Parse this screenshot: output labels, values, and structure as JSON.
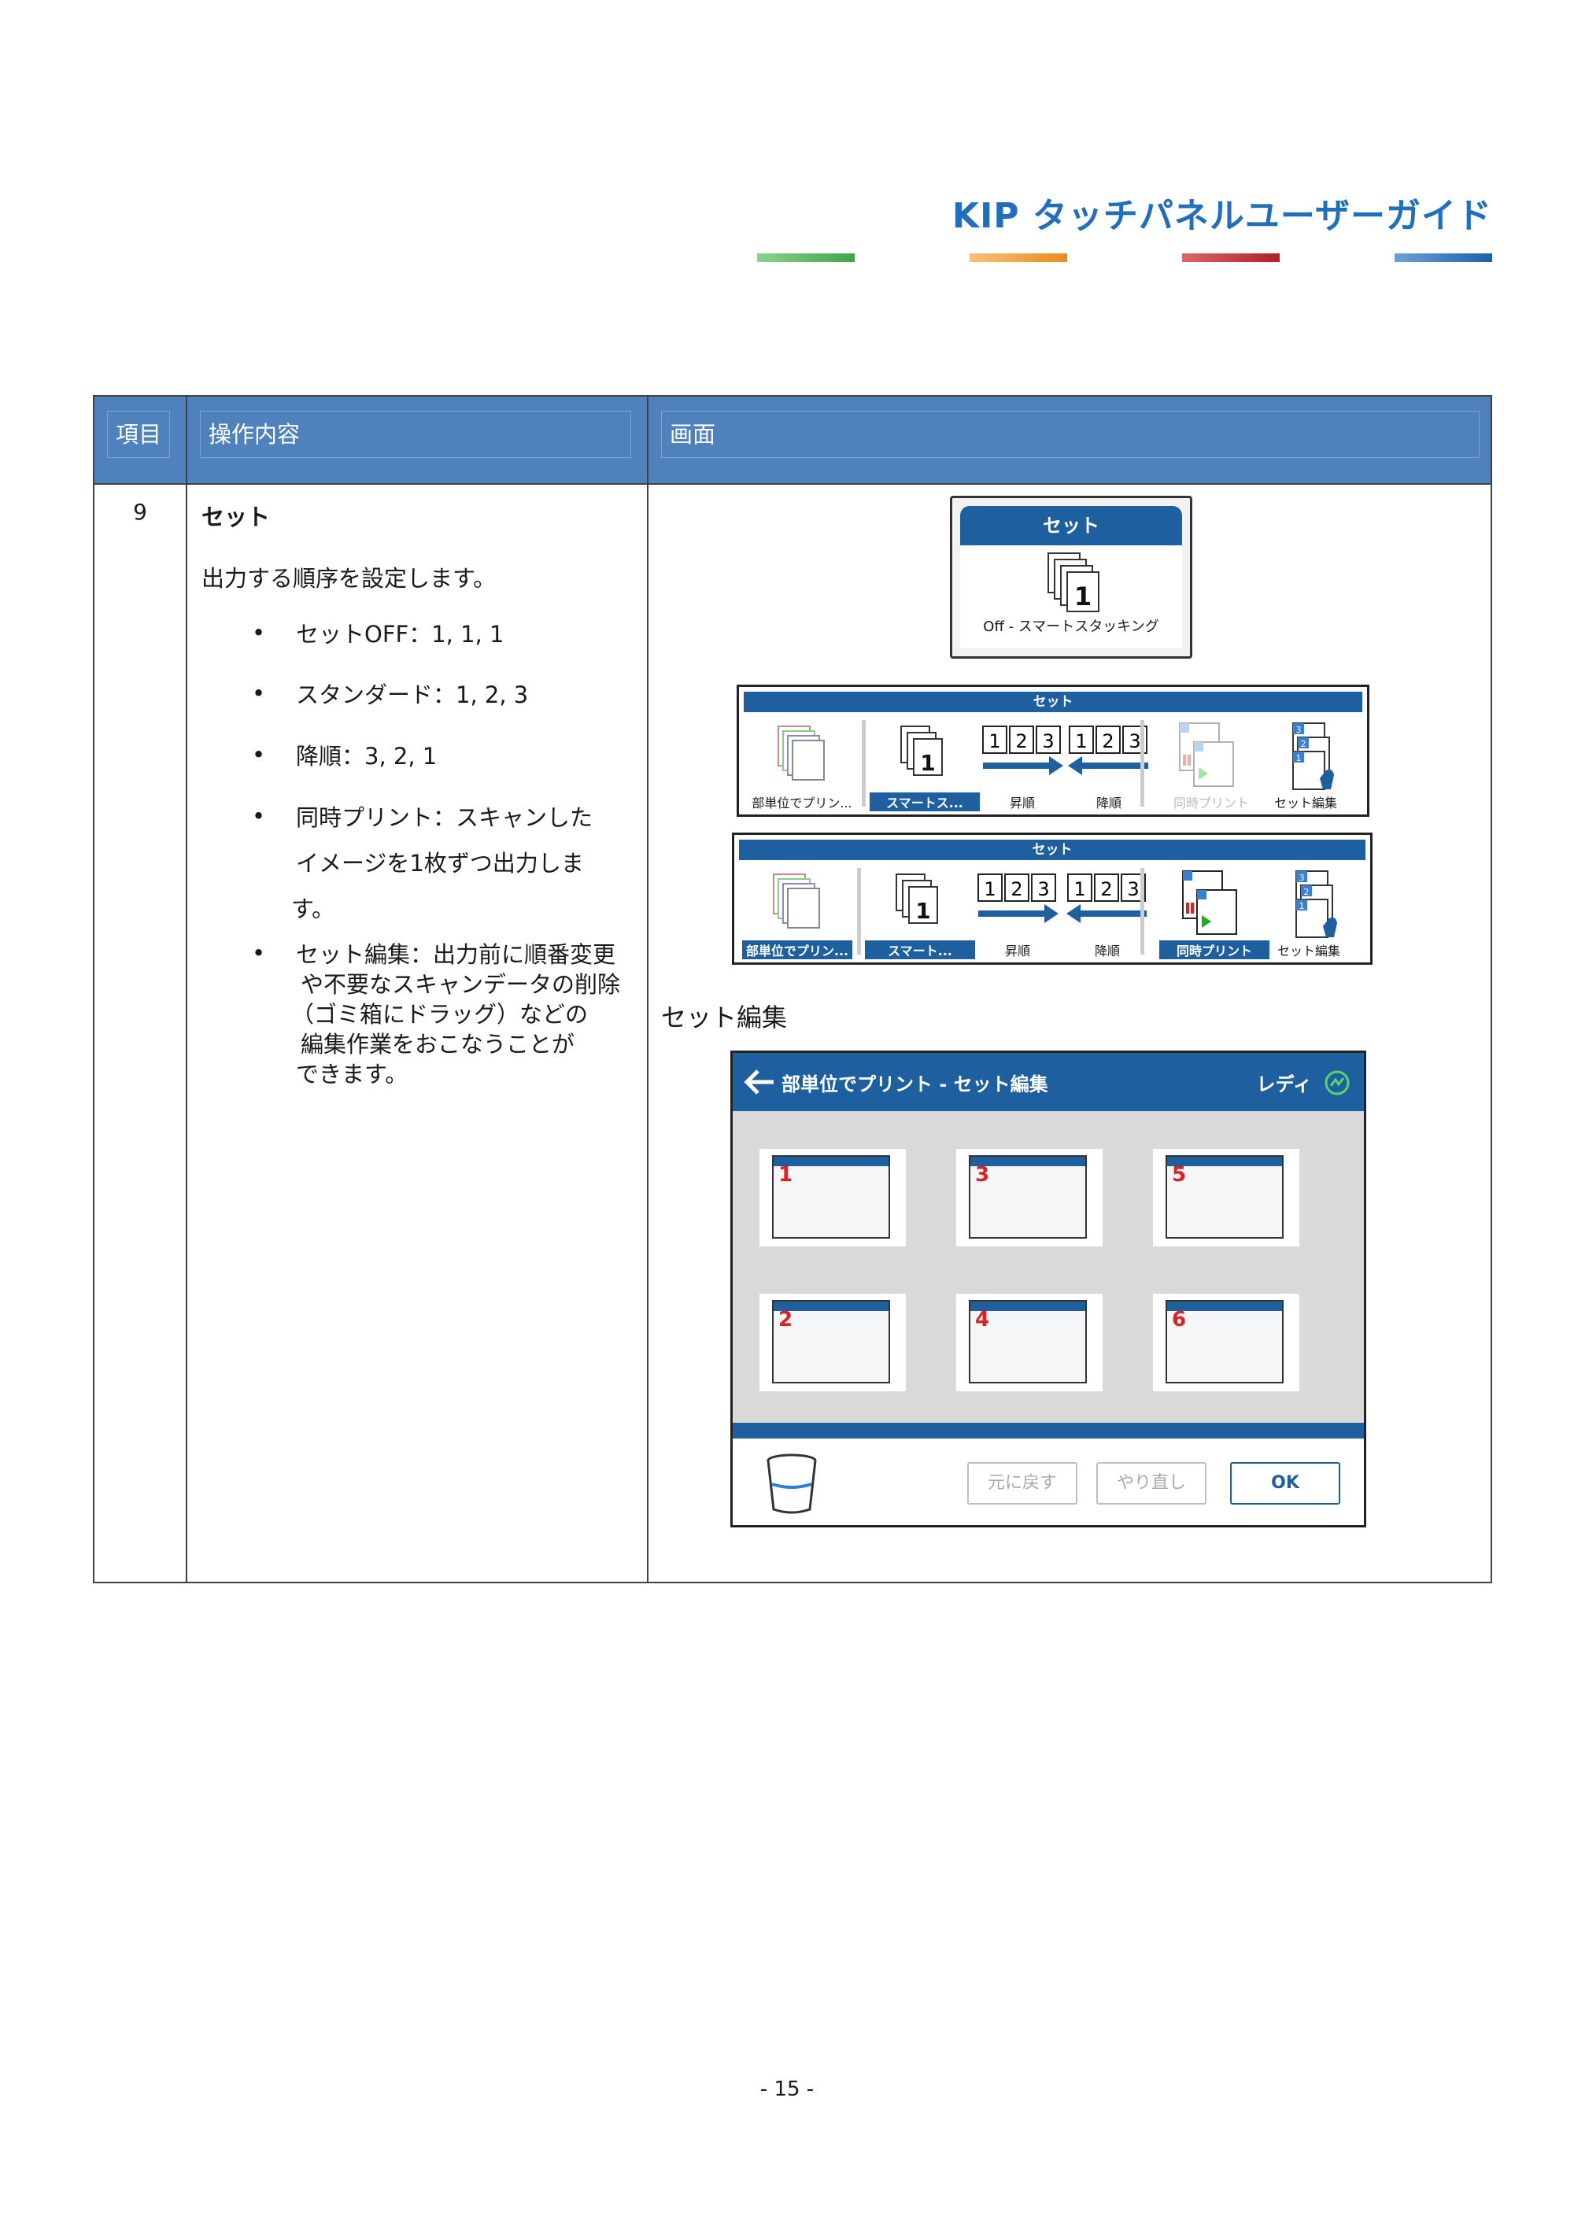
{
  "header": {
    "title": "KIP タッチパネルユーザーガイド"
  },
  "colors": {
    "accent_green": "#5bb85c",
    "accent_orange": "#f0a030",
    "accent_red": "#c9302c",
    "accent_blue": "#2a6fbd",
    "header_blue": "#4f81bd",
    "ui_blue": "#1e5fa0"
  },
  "table": {
    "headers": [
      "項目",
      "操作内容",
      "画面"
    ],
    "row": {
      "number": "9",
      "title": "セット",
      "description": "出力する順序を設定します。",
      "bullets": [
        [
          "セットOFF：1, 1, 1"
        ],
        [
          "スタンダード：1, 2, 3"
        ],
        [
          "降順：3, 2, 1"
        ],
        [
          "同時プリント：スキャンした",
          "イメージを1枚ずつ出力しま",
          "す。"
        ],
        [
          "セット編集：出力前に順番変更",
          "や不要なスキャンデータの削除",
          "（ゴミ箱にドラッグ）などの",
          "編集作業をおこなうことが",
          "できます。"
        ]
      ],
      "screen_caption": "セット編集"
    }
  },
  "shot_set_button": {
    "title": "セット",
    "label": "Off - スマートスタッキング",
    "stack_number": "1"
  },
  "toolbar_a": {
    "title": "セット",
    "items": [
      "部単位でプリン...",
      "スマートス...",
      "昇順",
      "降順",
      "同時プリント",
      "セット編集"
    ]
  },
  "toolbar_b": {
    "title": "セット",
    "items": [
      "部単位でプリン...",
      "スマート...",
      "昇順",
      "降順",
      "同時プリント",
      "セット編集"
    ]
  },
  "numbers": {
    "asc": [
      "1",
      "2",
      "3"
    ],
    "desc": [
      "1",
      "2",
      "3"
    ],
    "stack": [
      "3",
      "2",
      "1"
    ]
  },
  "set_edit_screen": {
    "title": "部単位でプリント - セット編集",
    "status": "レディ",
    "thumbs": [
      "1",
      "3",
      "5",
      "2",
      "4",
      "6"
    ],
    "buttons": {
      "undo": "元に戻す",
      "redo": "やり直し",
      "ok": "OK"
    }
  },
  "footer": {
    "page": "- 15 -"
  }
}
